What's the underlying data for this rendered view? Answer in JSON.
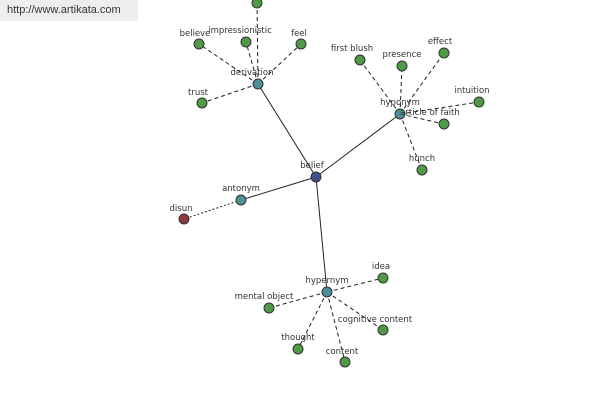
{
  "banner": {
    "url": "http://www.artikata.com"
  },
  "graph": {
    "center": {
      "label": "belief",
      "color": "#40508c"
    },
    "relation_color": "#4f8f99",
    "leaf_color": "#4e9a45",
    "antonym_leaf_color": "#8c3a3a",
    "relations": [
      {
        "id": "derivation",
        "label": "derivation",
        "leaves": [
          "believe",
          "impressionistic",
          "feel",
          "trust",
          ""
        ]
      },
      {
        "id": "hyponym",
        "label": "hyponym",
        "leaves": [
          "first blush",
          "presence",
          "effect",
          "intuition",
          "article of faith",
          "hunch"
        ]
      },
      {
        "id": "antonym",
        "label": "antonym",
        "leaves": [
          "disun"
        ]
      },
      {
        "id": "hypernym",
        "label": "hypernym",
        "leaves": [
          "idea",
          "mental object",
          "cognitive content",
          "thought",
          "content"
        ]
      }
    ]
  }
}
